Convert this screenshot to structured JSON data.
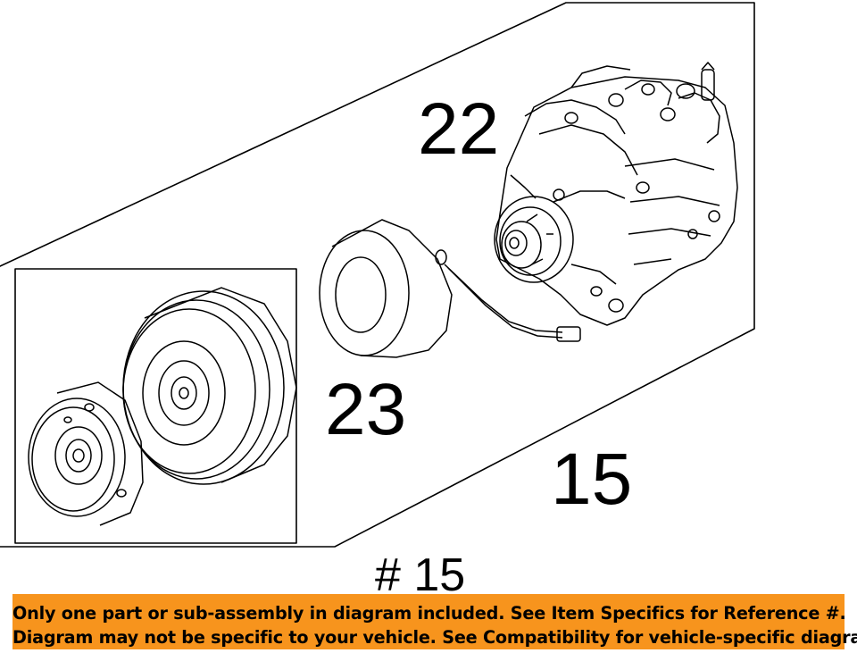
{
  "callouts": {
    "part_22": "22",
    "part_23": "23",
    "part_15": "15",
    "reference": "# 15"
  },
  "notice": {
    "line1": "Only one part or sub-assembly in diagram included. See Item Specifics for Reference #.",
    "line2": "Diagram may not be specific to your vehicle. See Compatibility for vehicle-specific diagrams.",
    "background": "#f7941d"
  },
  "illustration": {
    "items": [
      "a/c-compressor",
      "clutch-coil",
      "clutch-pulley",
      "clutch-hub-plate"
    ]
  }
}
